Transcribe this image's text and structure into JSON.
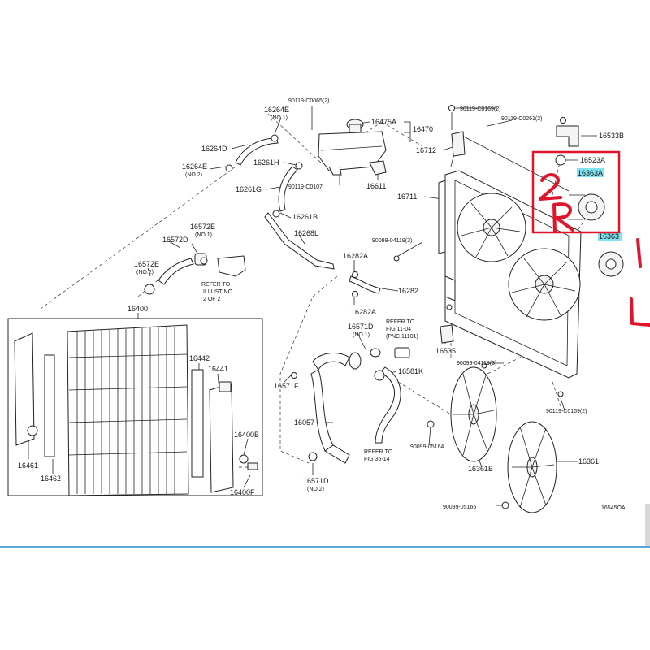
{
  "labels": {
    "l16264E_a": "16264E",
    "l16264E_a_sub": "(NO.1)",
    "l16264D": "16264D",
    "l16264E_b": "16264E",
    "l16264E_b_sub": "(NO.2)",
    "l90119_C0065": "90119-C0065(2)",
    "l16475A": "16475A",
    "l16470": "16470",
    "l16261H": "16261H",
    "l16261G": "16261G",
    "l90119_C0107": "90119-C0107",
    "l16611": "16611",
    "l16261B": "16261B",
    "l16268L": "16268L",
    "l16572E": "16572E",
    "l16572E_sub": "(NO.1)",
    "l16572D": "16572D",
    "l16572E_2": "16572E",
    "l16572E_2_sub": "(NO.2)",
    "refer1_line1": "REFER TO",
    "refer1_line2": "ILLUST NO",
    "refer1_line3": "2 OF 2",
    "l16282A_a": "16282A",
    "l16282": "16282",
    "l16282A_b": "16282A",
    "l16400": "16400",
    "l16442": "16442",
    "l16441": "16441",
    "l16461": "16461",
    "l16462": "16462",
    "l16400B": "16400B",
    "l16400F": "16400F",
    "l16571F": "16571F",
    "l16571D_a": "16571D",
    "l16571D_a_sub": "(NO.1)",
    "refer2_line1": "REFER TO",
    "refer2_line2": "FIG 11-04",
    "refer2_line3": "(PNC 11101)",
    "l16581K": "16581K",
    "l16057": "16057",
    "refer3_line1": "REFER TO",
    "refer3_line2": "FIG 35-14",
    "l16571D_b": "16571D",
    "l16571D_b_sub": "(NO.2)",
    "l90119_C0169_top": "90119-C0169(2)",
    "l90119_C0261": "90119-C0261(2)",
    "l16533B": "16533B",
    "l16712": "16712",
    "l16523A": "16523A",
    "l16363A": "16363A",
    "l16711": "16711",
    "l90099_04119_a": "90099-04119(3)",
    "l16363": "16363",
    "l16535": "16535",
    "l90099_04119_b": "90099-04119(3)",
    "l90119_C0169_b": "90119-C0169(2)",
    "l90099_05164_a": "90099-05164",
    "l16361B": "16361B",
    "l16361": "16361",
    "l90099_05166": "90099-05166",
    "l_catalog": "16545OA"
  },
  "handwriting": {
    "right_mark": "2 R",
    "left_mark": "1 L"
  },
  "colors": {
    "highlight": "#7fe3f0",
    "annotation_red": "#e0142a",
    "line": "#222222"
  }
}
